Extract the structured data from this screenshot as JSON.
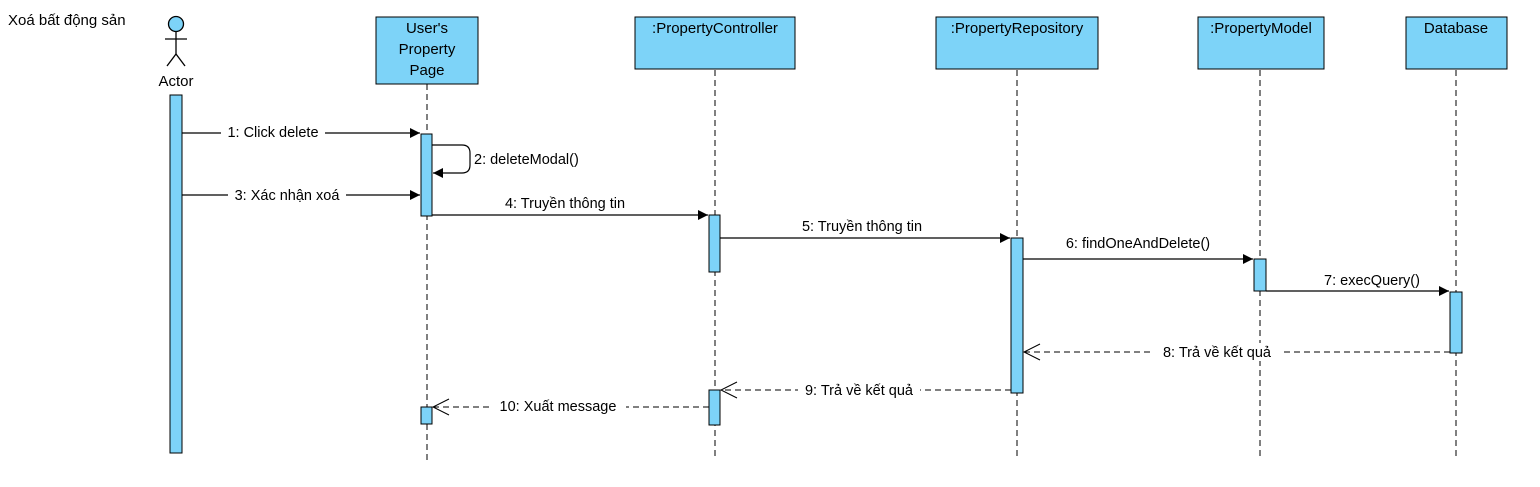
{
  "frame_title": "Xoá bất động sản",
  "actor": {
    "label": "Actor"
  },
  "participants": [
    {
      "id": "page",
      "lines": [
        "User's",
        "Property",
        "Page"
      ]
    },
    {
      "id": "controller",
      "lines": [
        ":PropertyController"
      ]
    },
    {
      "id": "repository",
      "lines": [
        ":PropertyRepository"
      ]
    },
    {
      "id": "model",
      "lines": [
        ":PropertyModel"
      ]
    },
    {
      "id": "database",
      "lines": [
        "Database"
      ]
    }
  ],
  "messages": [
    {
      "n": 1,
      "label": "1: Click delete",
      "type": "sync"
    },
    {
      "n": 2,
      "label": "2: deleteModal()",
      "type": "self"
    },
    {
      "n": 3,
      "label": "3: Xác nhận xoá",
      "type": "sync"
    },
    {
      "n": 4,
      "label": "4: Truyền thông tin",
      "type": "sync"
    },
    {
      "n": 5,
      "label": "5: Truyền thông tin",
      "type": "sync"
    },
    {
      "n": 6,
      "label": "6: findOneAndDelete()",
      "type": "sync"
    },
    {
      "n": 7,
      "label": "7: execQuery()",
      "type": "sync"
    },
    {
      "n": 8,
      "label": "8: Trả về kết quả",
      "type": "return"
    },
    {
      "n": 9,
      "label": "9: Trả về kết quả",
      "type": "return"
    },
    {
      "n": 10,
      "label": "10: Xuất message",
      "type": "return"
    }
  ],
  "colors": {
    "fill": "#7dd3f8",
    "stroke": "#000000",
    "background": "#ffffff"
  }
}
